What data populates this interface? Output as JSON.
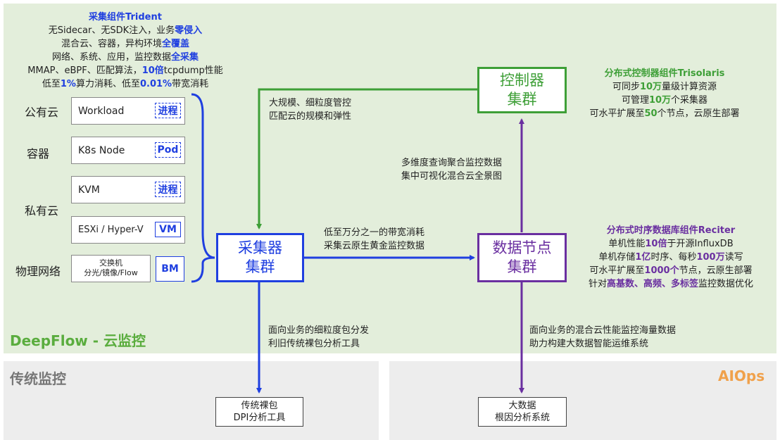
{
  "brand": "DeepFlow - 云监控",
  "traditional_label": "传统监控",
  "aiops_label": "AIOps",
  "trident": {
    "title": "采集组件Trident",
    "lines": [
      [
        "无Sidecar、无SDK注入，业务",
        "零侵入"
      ],
      [
        "混合云、容器，异构环境",
        "全覆盖"
      ],
      [
        "网络、系统、应用，监控数据",
        "全采集"
      ],
      [
        "MMAP、eBPF、匹配算法，",
        "10倍",
        "tcpdump性能"
      ],
      [
        "低至",
        "1%",
        "算力消耗、低至",
        "0.01%",
        "带宽消耗"
      ]
    ]
  },
  "sources": {
    "public_cloud": "公有云",
    "container": "容器",
    "private_cloud": "私有云",
    "physical_network": "物理网络",
    "workload": "Workload",
    "workload_tag": "进程",
    "k8s_node": "K8s Node",
    "k8s_tag": "Pod",
    "kvm": "KVM",
    "kvm_tag": "进程",
    "esxi": "ESXi / Hyper-V",
    "esxi_tag": "VM",
    "switch_line1": "交换机",
    "switch_line2": "分光/镜像/Flow",
    "switch_tag": "BM"
  },
  "collector": {
    "line1": "采集器",
    "line2": "集群"
  },
  "controller": {
    "line1": "控制器",
    "line2": "集群"
  },
  "datanode": {
    "line1": "数据节点",
    "line2": "集群"
  },
  "trisolaris": {
    "title": "分布式控制器组件Trisolaris",
    "lines": [
      [
        "可同步",
        "10万",
        "量级计算资源"
      ],
      [
        "可管理",
        "10万",
        "个采集器"
      ],
      [
        "可水平扩展至",
        "50",
        "个节点，云原生部署"
      ]
    ]
  },
  "reciter": {
    "title": "分布式时序数据库组件Reciter",
    "lines": [
      [
        "单机性能",
        "10倍",
        "于开源InfluxDB"
      ],
      [
        "单机存储",
        "1亿",
        "时序、每秒",
        "100万",
        "读写"
      ],
      [
        "可水平扩展至",
        "1000个",
        "节点，云原生部署"
      ],
      [
        "针对",
        "高基数、高频、多标签",
        "监控数据优化"
      ]
    ]
  },
  "edges": {
    "controller_to_collector_1": "大规模、细粒度管控",
    "controller_to_collector_2": "匹配云的规模和弹性",
    "datanode_to_controller_1": "多维度查询聚合监控数据",
    "datanode_to_controller_2": "集中可视化混合云全景图",
    "collector_to_datanode_1": "低至万分之一的带宽消耗",
    "collector_to_datanode_2": "采集云原生黄金监控数据",
    "collector_to_dpi_1": "面向业务的细粒度包分发",
    "collector_to_dpi_2": "利旧传统裸包分析工具",
    "datanode_to_bigdata_1": "面向业务的混合云性能监控海量数据",
    "datanode_to_bigdata_2": "助力构建大数据智能运维系统"
  },
  "outputs": {
    "dpi_line1": "传统裸包",
    "dpi_line2": "DPI分析工具",
    "bigdata_line1": "大数据",
    "bigdata_line2": "根因分析系统"
  },
  "colors": {
    "blue": "#1f3fe0",
    "green": "#3e9f37",
    "purple": "#6a2fa0",
    "bg_green": "#e3eedb",
    "aiops": "#f0a14b"
  }
}
